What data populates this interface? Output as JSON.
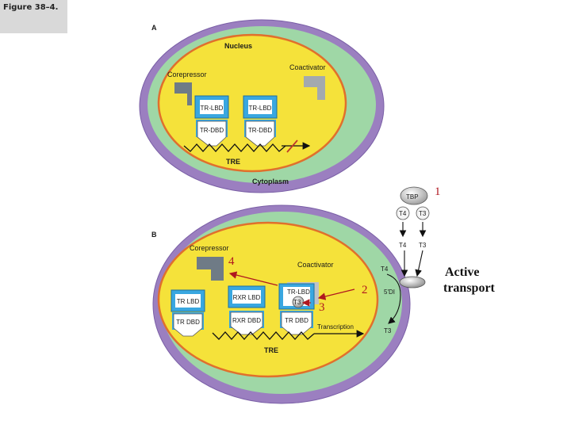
{
  "figure_label": "Figure 38–4.",
  "panel_a": {
    "letter": "A",
    "nucleus": "Nucleus",
    "corepressor": "Corepressor",
    "coactivator": "Coactivator",
    "tr_lbd_1": "TR-LBD",
    "tr_lbd_2": "TR-LBD",
    "tr_dbd_1": "TR-DBD",
    "tr_dbd_2": "TR-DBD",
    "tre": "TRE",
    "cytoplasm": "Cytoplasm"
  },
  "panel_b": {
    "letter": "B",
    "corepressor": "Corepressor",
    "coactivator": "Coactivator",
    "tr_lbd_left": "TR LBD",
    "tr_dbd_left": "TR DBD",
    "rxr_lbd": "RXR LBD",
    "rxr_dbd": "RXR DBD",
    "tr_lbd_right": "TR-LBD",
    "tr_dbd_right": "TR DBD",
    "t3_bound": "T3",
    "transcription": "Transcription",
    "tre": "TRE",
    "sdi": "5'DI",
    "t4_in": "T4",
    "t3_out": "T3"
  },
  "serum": {
    "tbp": "TBP",
    "t4": "T4",
    "t3": "T3",
    "t4_arrow": "T4",
    "t3_arrow": "T3"
  },
  "annotations": {
    "n1": "1",
    "n2": "2",
    "n3": "3",
    "n4": "4",
    "active": "Active",
    "transport": "transport"
  },
  "colors": {
    "membrane_outer": "#9b7fc0",
    "cytoplasm": "#9fd7a6",
    "nucleus": "#f5e23a",
    "nucleus_border": "#e0702c",
    "receptor_blue": "#39a7e0",
    "corepressor_gray": "#6f7b86",
    "annotation_red": "#b0171f"
  }
}
